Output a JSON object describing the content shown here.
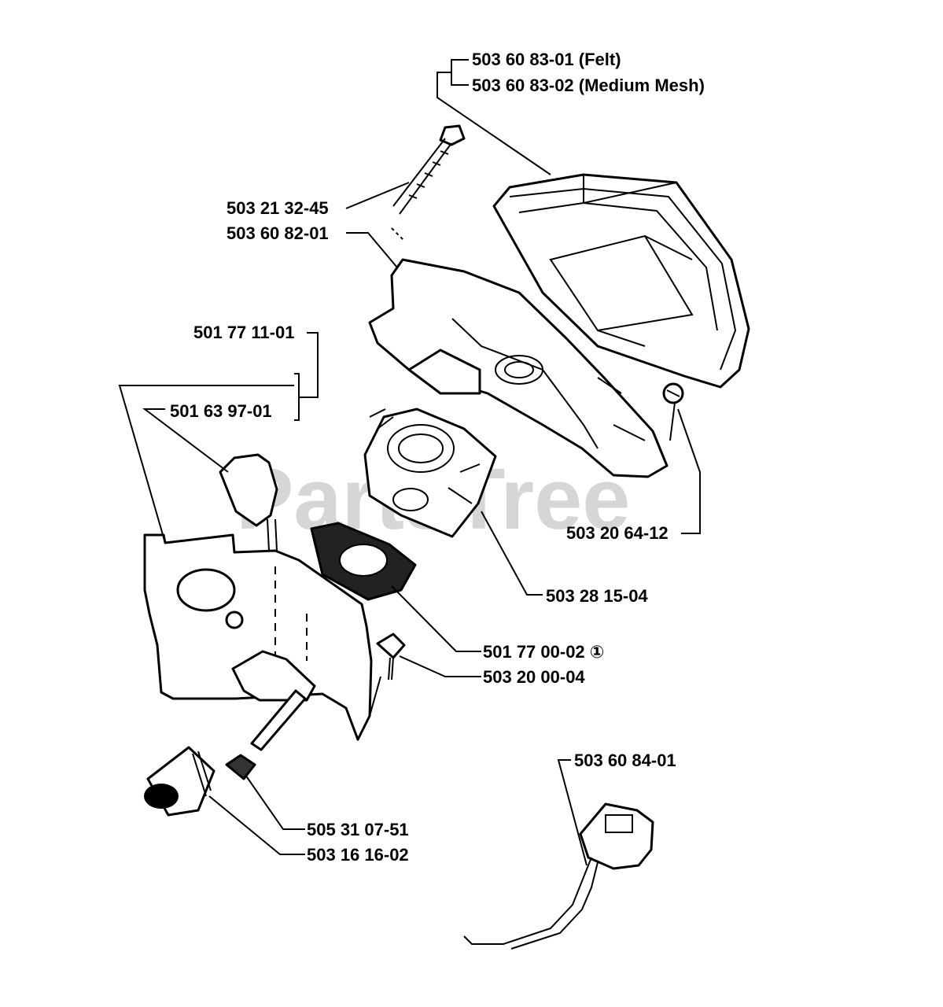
{
  "watermark": "PartsTree",
  "callouts": {
    "air_filter_felt": "503 60 83-01 (Felt)",
    "air_filter_mesh": "503 60 83-02 (Medium Mesh)",
    "screw_long": "503 21 32-45",
    "filter_holder": "503 60 82-01",
    "kit_outer": "501 77 11-01",
    "kit_inner": "501 63 97-01",
    "screw_side": "503 20 64-12",
    "carburetor": "503 28 15-04",
    "gasket": "501 77 00-02 ①",
    "screw_bottom": "503 20 00-04",
    "throttle_rod": "503 60 84-01",
    "sleeve": "505 31 07-51",
    "knob": "503 16 16-02"
  }
}
